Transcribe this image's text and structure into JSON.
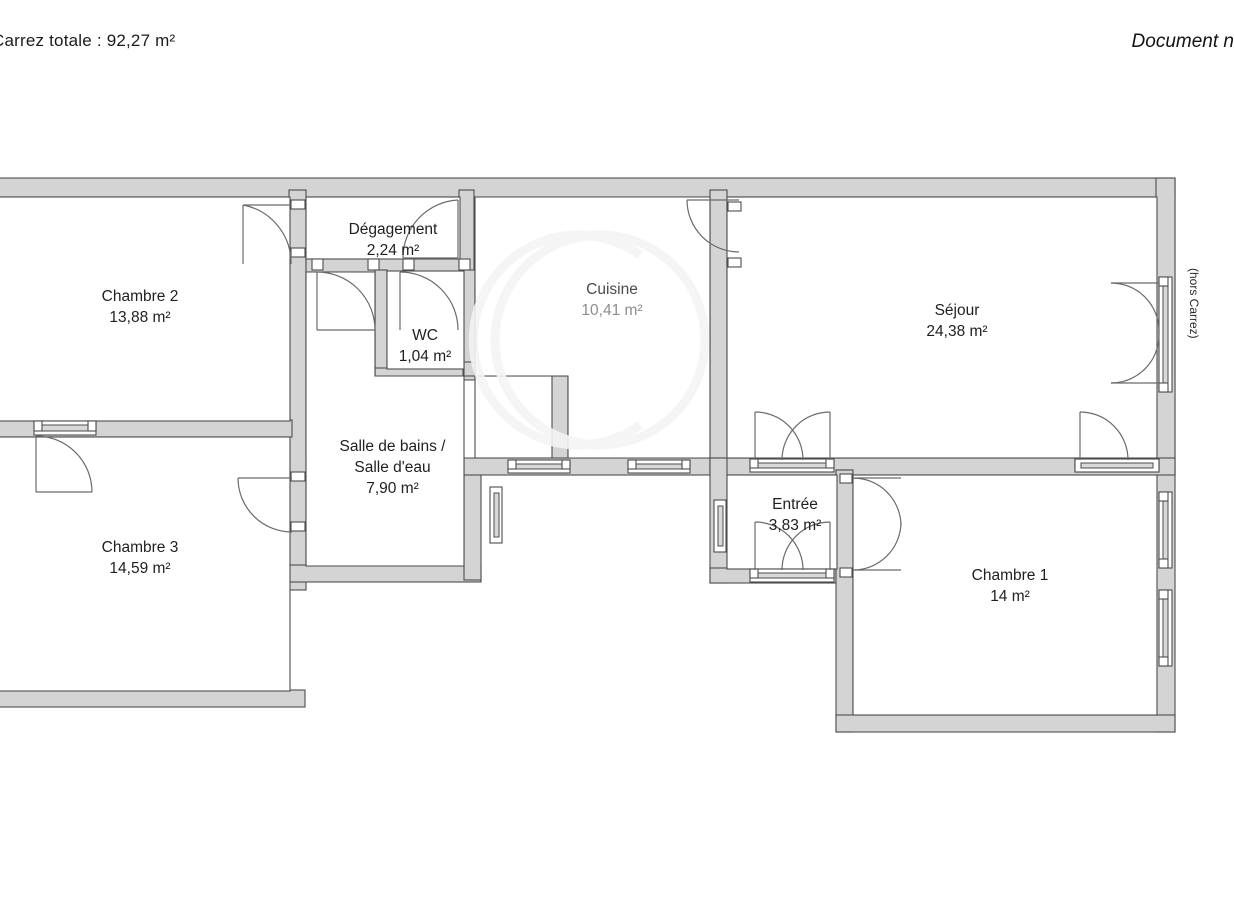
{
  "header": {
    "left_text": "Carrez totale :  92,27 m²",
    "right_text": "Document n"
  },
  "plan": {
    "wall_fill": "#d4d4d4",
    "wall_stroke": "#4d4d4d",
    "room_fill": "#ffffff",
    "door_stroke": "#6b6b6b",
    "window_stroke": "#4d4d4d",
    "watermark_color": "#f2f2f2"
  },
  "rooms": [
    {
      "id": "chambre2",
      "name": "Chambre 2",
      "area": "13,88 m²"
    },
    {
      "id": "chambre3",
      "name": "Chambre 3",
      "area": "14,59 m²"
    },
    {
      "id": "degagement",
      "name": "Dégagement",
      "area": "2,24 m²"
    },
    {
      "id": "wc",
      "name": "WC",
      "area": "1,04 m²"
    },
    {
      "id": "sdb",
      "name": "Salle de bains /",
      "name2": "Salle d'eau",
      "area": "7,90 m²"
    },
    {
      "id": "cuisine",
      "name": "Cuisine",
      "area": "10,41 m²"
    },
    {
      "id": "sejour",
      "name": "Séjour",
      "area": "24,38 m²"
    },
    {
      "id": "entree",
      "name": "Entrée",
      "area": "3,83 m²"
    },
    {
      "id": "chambre1",
      "name": "Chambre 1",
      "area": "14 m²"
    }
  ],
  "annotations": {
    "balcony": "(hors Carrez)"
  }
}
